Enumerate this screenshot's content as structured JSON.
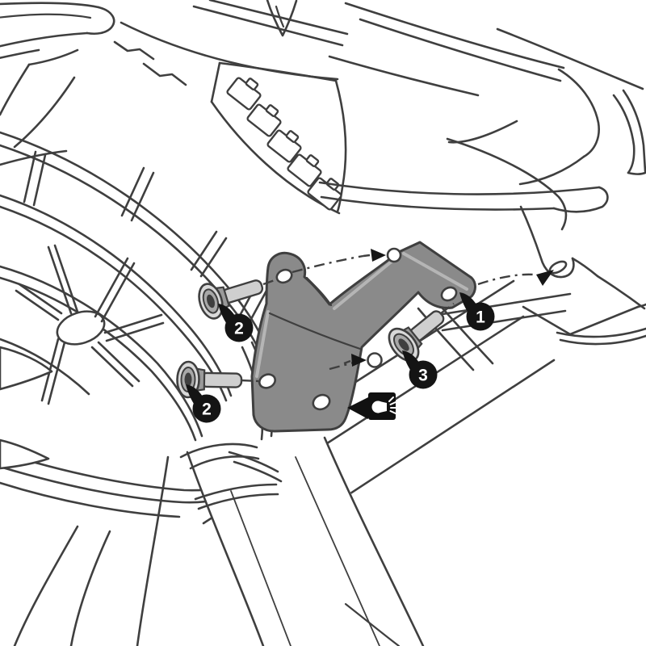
{
  "figure": {
    "kind": "exploded-installation-diagram",
    "subject": "light-mount bracket fitted to motorcycle front frame",
    "callouts": [
      {
        "label": "1"
      },
      {
        "label": "2"
      },
      {
        "label": "2"
      },
      {
        "label": "3"
      }
    ],
    "icons": {
      "headlight": "headlight-beam-icon",
      "pointer": "left-arrow-icon",
      "locating_arrows": "small-black-arrow-icon"
    },
    "colors": {
      "background": "#ffffff",
      "line": "#3f3f3f",
      "bracket_fill": "#8a8a8a",
      "bracket_highlight": "#b5b5b5",
      "hardware_flange": "#d9d9d9",
      "hardware_mid": "#9a9a9a",
      "hardware_shaft": "#cfcfcf",
      "socket_dark": "#3f3f3f",
      "callout_bg": "#141414",
      "callout_text": "#ffffff",
      "icon_bg": "#111111",
      "icon_glyph": "#ffffff"
    }
  }
}
